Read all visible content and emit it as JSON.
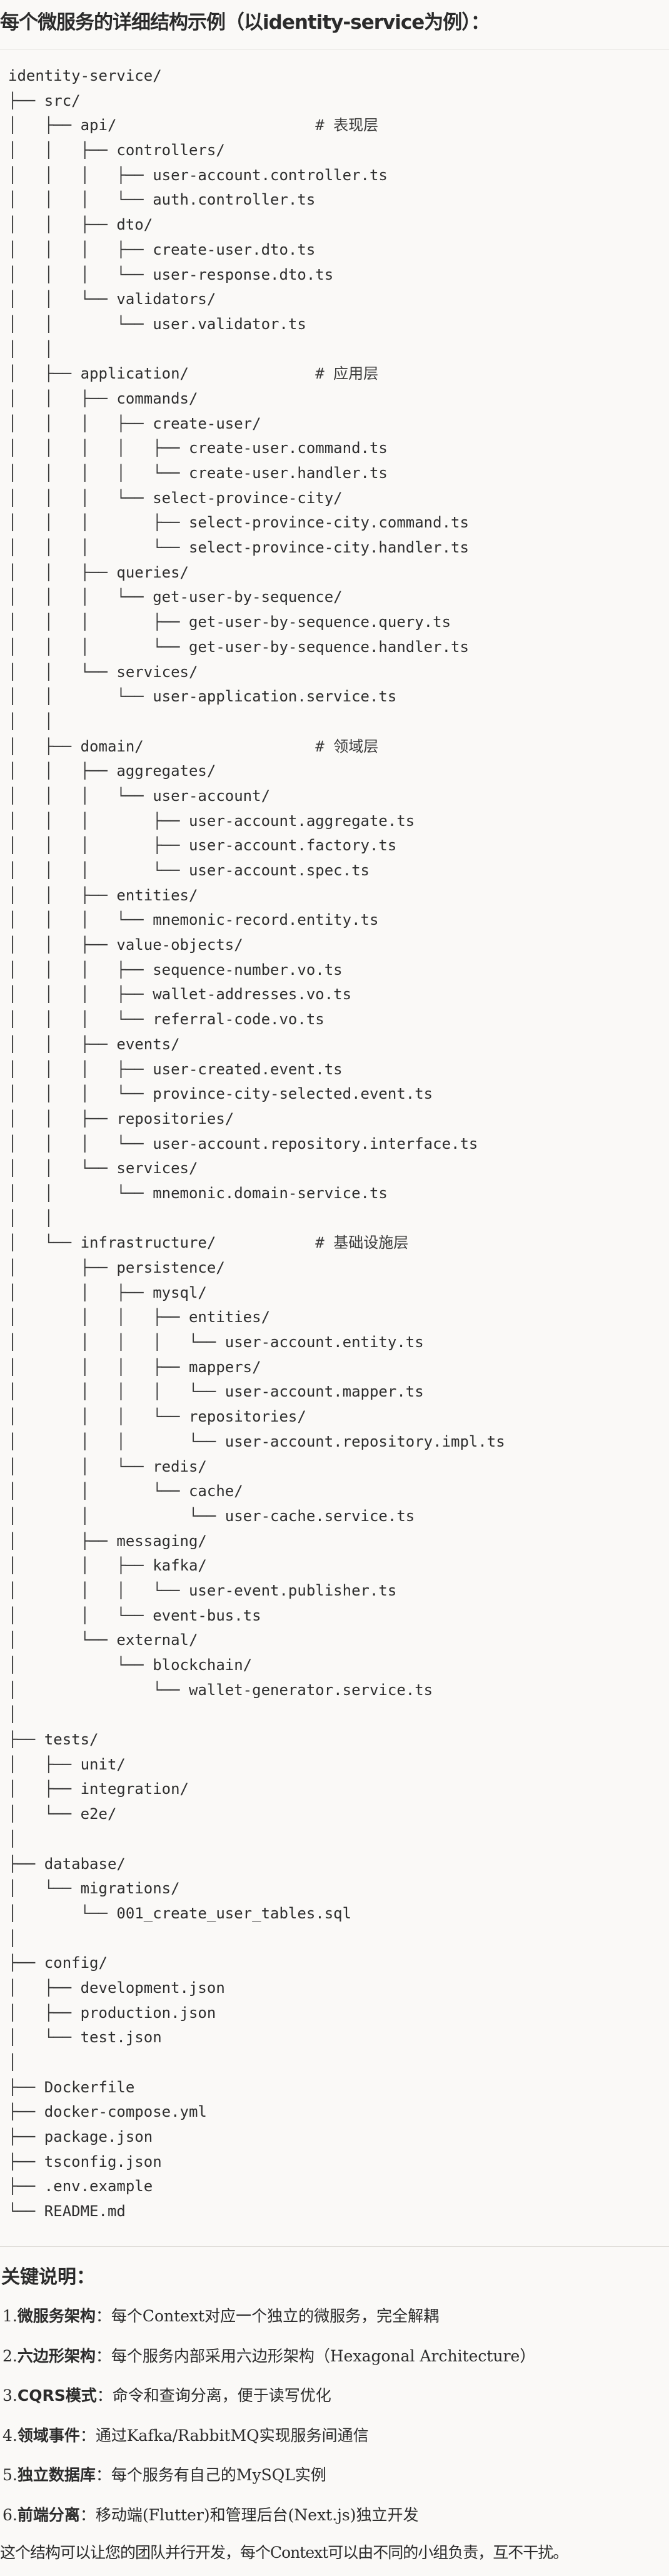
{
  "title": "每个微服务的详细结构示例（以identity-service为例）：",
  "tree": [
    {
      "p": "",
      "n": "identity-service/",
      "c": ""
    },
    {
      "p": "├── ",
      "n": "src/",
      "c": ""
    },
    {
      "p": "│   ├── ",
      "n": "api/",
      "c": "# 表现层"
    },
    {
      "p": "│   │   ├── ",
      "n": "controllers/",
      "c": ""
    },
    {
      "p": "│   │   │   ├── ",
      "n": "user-account.controller.ts",
      "c": ""
    },
    {
      "p": "│   │   │   └── ",
      "n": "auth.controller.ts",
      "c": ""
    },
    {
      "p": "│   │   ├── ",
      "n": "dto/",
      "c": ""
    },
    {
      "p": "│   │   │   ├── ",
      "n": "create-user.dto.ts",
      "c": ""
    },
    {
      "p": "│   │   │   └── ",
      "n": "user-response.dto.ts",
      "c": ""
    },
    {
      "p": "│   │   └── ",
      "n": "validators/",
      "c": ""
    },
    {
      "p": "│   │       └── ",
      "n": "user.validator.ts",
      "c": ""
    },
    {
      "p": "│   │",
      "n": "",
      "c": ""
    },
    {
      "p": "│   ├── ",
      "n": "application/",
      "c": "# 应用层"
    },
    {
      "p": "│   │   ├── ",
      "n": "commands/",
      "c": ""
    },
    {
      "p": "│   │   │   ├── ",
      "n": "create-user/",
      "c": ""
    },
    {
      "p": "│   │   │   │   ├── ",
      "n": "create-user.command.ts",
      "c": ""
    },
    {
      "p": "│   │   │   │   └── ",
      "n": "create-user.handler.ts",
      "c": ""
    },
    {
      "p": "│   │   │   └── ",
      "n": "select-province-city/",
      "c": ""
    },
    {
      "p": "│   │   │       ├── ",
      "n": "select-province-city.command.ts",
      "c": ""
    },
    {
      "p": "│   │   │       └── ",
      "n": "select-province-city.handler.ts",
      "c": ""
    },
    {
      "p": "│   │   ├── ",
      "n": "queries/",
      "c": ""
    },
    {
      "p": "│   │   │   └── ",
      "n": "get-user-by-sequence/",
      "c": ""
    },
    {
      "p": "│   │   │       ├── ",
      "n": "get-user-by-sequence.query.ts",
      "c": ""
    },
    {
      "p": "│   │   │       └── ",
      "n": "get-user-by-sequence.handler.ts",
      "c": ""
    },
    {
      "p": "│   │   └── ",
      "n": "services/",
      "c": ""
    },
    {
      "p": "│   │       └── ",
      "n": "user-application.service.ts",
      "c": ""
    },
    {
      "p": "│   │",
      "n": "",
      "c": ""
    },
    {
      "p": "│   ├── ",
      "n": "domain/",
      "c": "# 领域层"
    },
    {
      "p": "│   │   ├── ",
      "n": "aggregates/",
      "c": ""
    },
    {
      "p": "│   │   │   └── ",
      "n": "user-account/",
      "c": ""
    },
    {
      "p": "│   │   │       ├── ",
      "n": "user-account.aggregate.ts",
      "c": ""
    },
    {
      "p": "│   │   │       ├── ",
      "n": "user-account.factory.ts",
      "c": ""
    },
    {
      "p": "│   │   │       └── ",
      "n": "user-account.spec.ts",
      "c": ""
    },
    {
      "p": "│   │   ├── ",
      "n": "entities/",
      "c": ""
    },
    {
      "p": "│   │   │   └── ",
      "n": "mnemonic-record.entity.ts",
      "c": ""
    },
    {
      "p": "│   │   ├── ",
      "n": "value-objects/",
      "c": ""
    },
    {
      "p": "│   │   │   ├── ",
      "n": "sequence-number.vo.ts",
      "c": ""
    },
    {
      "p": "│   │   │   ├── ",
      "n": "wallet-addresses.vo.ts",
      "c": ""
    },
    {
      "p": "│   │   │   └── ",
      "n": "referral-code.vo.ts",
      "c": ""
    },
    {
      "p": "│   │   ├── ",
      "n": "events/",
      "c": ""
    },
    {
      "p": "│   │   │   ├── ",
      "n": "user-created.event.ts",
      "c": ""
    },
    {
      "p": "│   │   │   └── ",
      "n": "province-city-selected.event.ts",
      "c": ""
    },
    {
      "p": "│   │   ├── ",
      "n": "repositories/",
      "c": ""
    },
    {
      "p": "│   │   │   └── ",
      "n": "user-account.repository.interface.ts",
      "c": ""
    },
    {
      "p": "│   │   └── ",
      "n": "services/",
      "c": ""
    },
    {
      "p": "│   │       └── ",
      "n": "mnemonic.domain-service.ts",
      "c": ""
    },
    {
      "p": "│   │",
      "n": "",
      "c": ""
    },
    {
      "p": "│   └── ",
      "n": "infrastructure/",
      "c": "# 基础设施层"
    },
    {
      "p": "│       ├── ",
      "n": "persistence/",
      "c": ""
    },
    {
      "p": "│       │   ├── ",
      "n": "mysql/",
      "c": ""
    },
    {
      "p": "│       │   │   ├── ",
      "n": "entities/",
      "c": ""
    },
    {
      "p": "│       │   │   │   └── ",
      "n": "user-account.entity.ts",
      "c": ""
    },
    {
      "p": "│       │   │   ├── ",
      "n": "mappers/",
      "c": ""
    },
    {
      "p": "│       │   │   │   └── ",
      "n": "user-account.mapper.ts",
      "c": ""
    },
    {
      "p": "│       │   │   └── ",
      "n": "repositories/",
      "c": ""
    },
    {
      "p": "│       │   │       └── ",
      "n": "user-account.repository.impl.ts",
      "c": ""
    },
    {
      "p": "│       │   └── ",
      "n": "redis/",
      "c": ""
    },
    {
      "p": "│       │       └── ",
      "n": "cache/",
      "c": ""
    },
    {
      "p": "│       │           └── ",
      "n": "user-cache.service.ts",
      "c": ""
    },
    {
      "p": "│       ├── ",
      "n": "messaging/",
      "c": ""
    },
    {
      "p": "│       │   ├── ",
      "n": "kafka/",
      "c": ""
    },
    {
      "p": "│       │   │   └── ",
      "n": "user-event.publisher.ts",
      "c": ""
    },
    {
      "p": "│       │   └── ",
      "n": "event-bus.ts",
      "c": ""
    },
    {
      "p": "│       └── ",
      "n": "external/",
      "c": ""
    },
    {
      "p": "│           └── ",
      "n": "blockchain/",
      "c": ""
    },
    {
      "p": "│               └── ",
      "n": "wallet-generator.service.ts",
      "c": ""
    },
    {
      "p": "│",
      "n": "",
      "c": ""
    },
    {
      "p": "├── ",
      "n": "tests/",
      "c": ""
    },
    {
      "p": "│   ├── ",
      "n": "unit/",
      "c": ""
    },
    {
      "p": "│   ├── ",
      "n": "integration/",
      "c": ""
    },
    {
      "p": "│   └── ",
      "n": "e2e/",
      "c": ""
    },
    {
      "p": "│",
      "n": "",
      "c": ""
    },
    {
      "p": "├── ",
      "n": "database/",
      "c": ""
    },
    {
      "p": "│   └── ",
      "n": "migrations/",
      "c": ""
    },
    {
      "p": "│       └── ",
      "n": "001_create_user_tables.sql",
      "c": ""
    },
    {
      "p": "│",
      "n": "",
      "c": ""
    },
    {
      "p": "├── ",
      "n": "config/",
      "c": ""
    },
    {
      "p": "│   ├── ",
      "n": "development.json",
      "c": ""
    },
    {
      "p": "│   ├── ",
      "n": "production.json",
      "c": ""
    },
    {
      "p": "│   └── ",
      "n": "test.json",
      "c": ""
    },
    {
      "p": "│",
      "n": "",
      "c": ""
    },
    {
      "p": "├── ",
      "n": "Dockerfile",
      "c": ""
    },
    {
      "p": "├── ",
      "n": "docker-compose.yml",
      "c": ""
    },
    {
      "p": "├── ",
      "n": "package.json",
      "c": ""
    },
    {
      "p": "├── ",
      "n": "tsconfig.json",
      "c": ""
    },
    {
      "p": "├── ",
      "n": ".env.example",
      "c": ""
    },
    {
      "p": "└── ",
      "n": "README.md",
      "c": ""
    }
  ],
  "notes": {
    "heading": "关键说明：",
    "items": [
      {
        "num": "1.",
        "term": "微服务架构",
        "desc": "：每个Context对应一个独立的微服务，完全解耦"
      },
      {
        "num": "2.",
        "term": "六边形架构",
        "desc": "：每个服务内部采用六边形架构（Hexagonal Architecture）"
      },
      {
        "num": "3.",
        "term": "CQRS模式",
        "desc": "：命令和查询分离，便于读写优化"
      },
      {
        "num": "4.",
        "term": "领域事件",
        "desc": "：通过Kafka/RabbitMQ实现服务间通信"
      },
      {
        "num": "5.",
        "term": "独立数据库",
        "desc": "：每个服务有自己的MySQL实例"
      },
      {
        "num": "6.",
        "term": "前端分离",
        "desc": "：移动端(Flutter)和管理后台(Next.js)独立开发"
      }
    ],
    "summary": "这个结构可以让您的团队并行开发，每个Context可以由不同的小组负责，互不干扰。"
  }
}
